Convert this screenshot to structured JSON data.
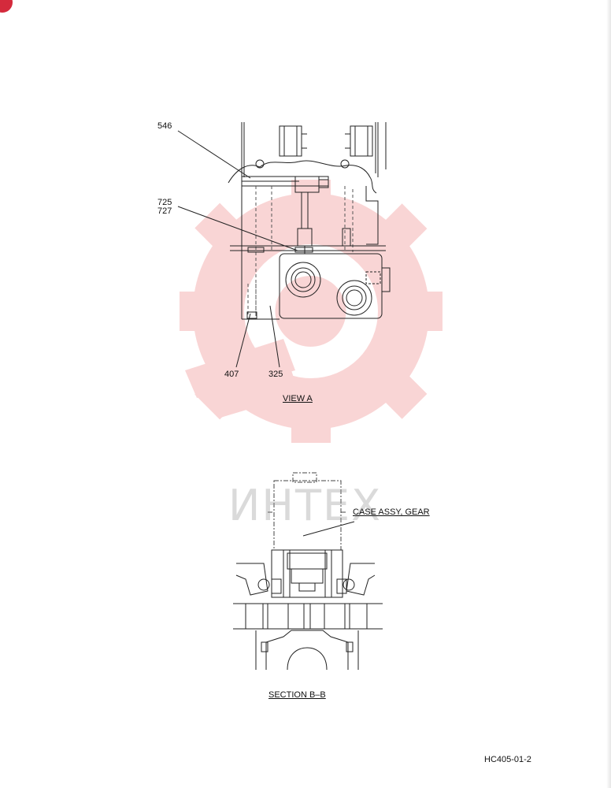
{
  "callouts": {
    "c546": "546",
    "c725": "725",
    "c727": "727",
    "c407": "407",
    "c325": "325",
    "case_assy": "CASE ASSY, GEAR"
  },
  "captions": {
    "view_a": "VIEW   A",
    "section_bb": "SECTION   B–B"
  },
  "document_code": "HC405-01-2",
  "watermark": {
    "text": "ИНТЕХ",
    "icon": "gear-wrench-logo",
    "color": "#f08a8a"
  },
  "colors": {
    "line": "#222222",
    "accent": "#d42a3c"
  }
}
